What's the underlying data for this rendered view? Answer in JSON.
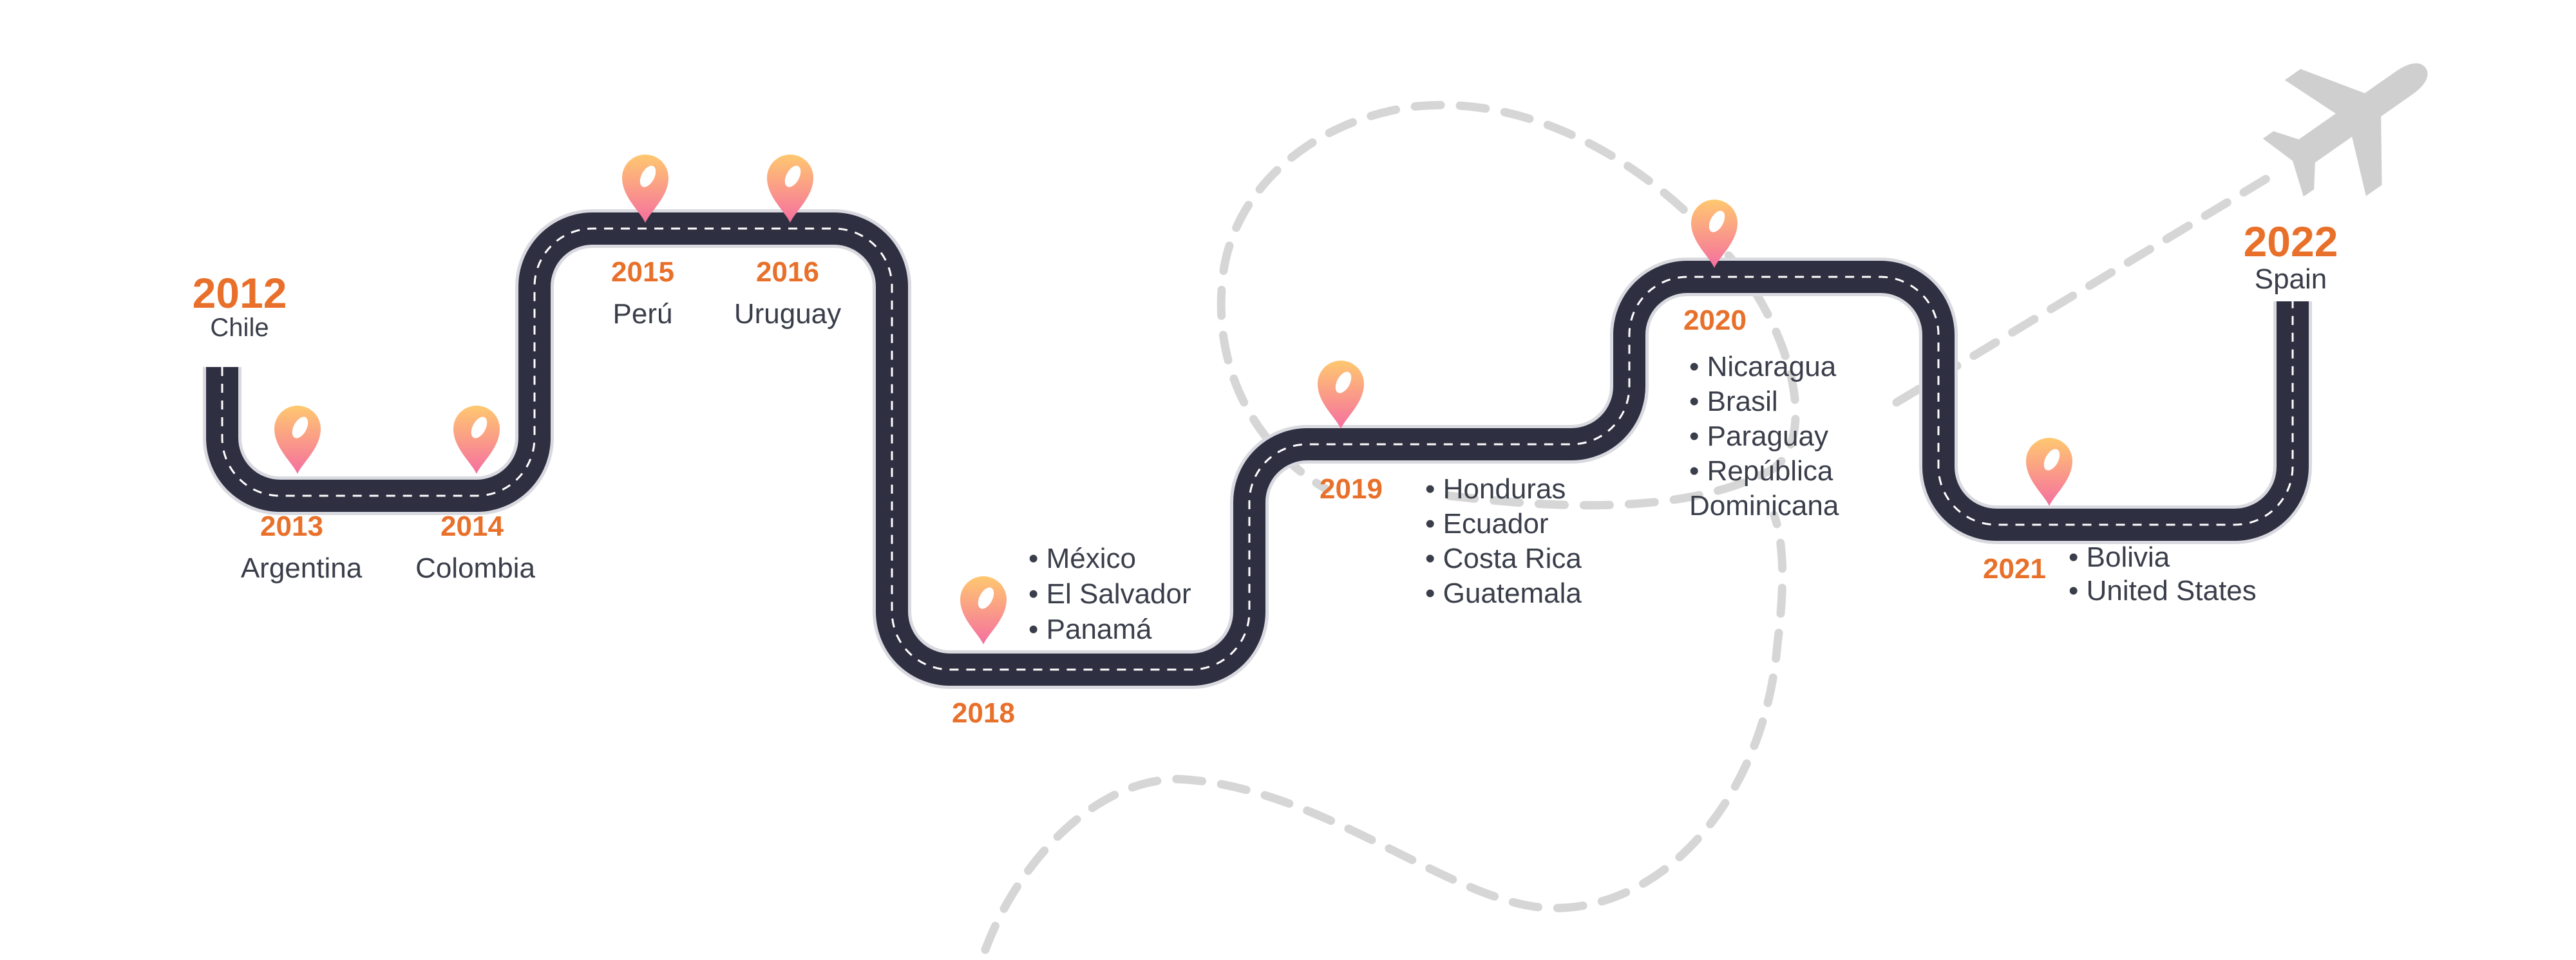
{
  "colors": {
    "road": "#2f2f42",
    "road_edge": "#d9d9e0",
    "lane": "#ffffff",
    "accent": "#e8702a",
    "text": "#3a3e4a",
    "trail": "#d6d6d6",
    "plane": "#cfcfcf",
    "pin_top": "#ffc870",
    "pin_bottom": "#f56f9f"
  },
  "icons": {
    "pin": "map-pin-icon",
    "plane": "airplane-icon"
  },
  "milestones": [
    {
      "year": "2012",
      "countries": [
        "Chile"
      ]
    },
    {
      "year": "2013",
      "countries": [
        "Argentina"
      ]
    },
    {
      "year": "2014",
      "countries": [
        "Colombia"
      ]
    },
    {
      "year": "2015",
      "countries": [
        "Perú"
      ]
    },
    {
      "year": "2016",
      "countries": [
        "Uruguay"
      ]
    },
    {
      "year": "2018",
      "countries": [
        "• México",
        "• El Salvador",
        "• Panamá"
      ]
    },
    {
      "year": "2019",
      "countries": [
        "• Honduras",
        "• Ecuador",
        "• Costa Rica",
        "• Guatemala"
      ]
    },
    {
      "year": "2020",
      "countries": [
        "• Nicaragua",
        "• Brasil",
        "• Paraguay",
        "• República",
        "Dominicana"
      ]
    },
    {
      "year": "2021",
      "countries": [
        "• Bolivia",
        "• United States"
      ]
    },
    {
      "year": "2022",
      "countries": [
        "Spain"
      ]
    }
  ]
}
